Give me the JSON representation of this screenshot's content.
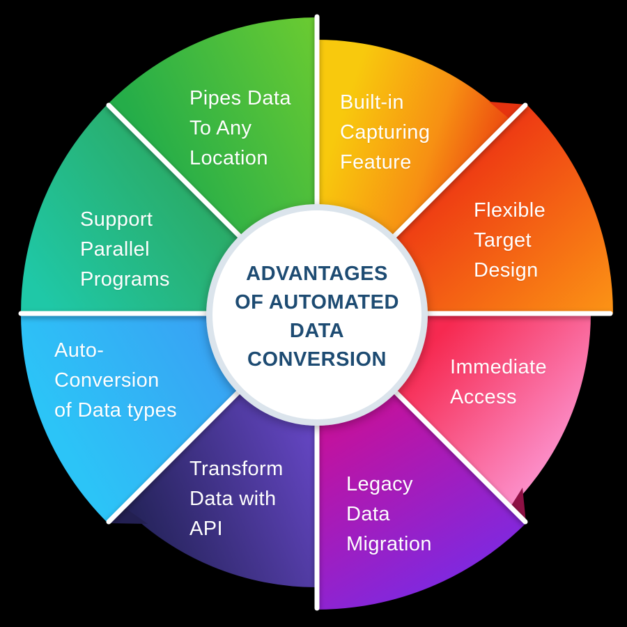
{
  "background_color": "#000000",
  "center": {
    "title_lines": [
      "ADVANTAGES",
      "OF AUTOMATED",
      "DATA",
      "CONVERSION"
    ],
    "title_color": "#1d4b72",
    "circle_color": "#ffffff",
    "ring_color": "#dbe4ec"
  },
  "wheel": {
    "divider_color": "#ffffff",
    "label_color": "#ffffff",
    "segments": [
      {
        "id": "pipes",
        "lines": [
          "Pipes Data",
          "To Any",
          "Location"
        ],
        "colors": [
          "#80d42a",
          "#25ad49"
        ]
      },
      {
        "id": "builtin",
        "lines": [
          "Built-in",
          "Capturing",
          "Feature"
        ],
        "colors": [
          "#f8c90d",
          "#f79013",
          "#ea3b0f"
        ]
      },
      {
        "id": "flexible",
        "lines": [
          "Flexible",
          "Target",
          "Design"
        ],
        "colors": [
          "#ee3b13",
          "#fb9115"
        ]
      },
      {
        "id": "immediate",
        "lines": [
          "Immediate",
          "Access"
        ],
        "colors": [
          "#f62950",
          "#fc9cd9"
        ]
      },
      {
        "id": "legacy",
        "lines": [
          "Legacy",
          "Data",
          "Migration"
        ],
        "colors": [
          "#c5119b",
          "#7b2ae3"
        ]
      },
      {
        "id": "transform",
        "lines": [
          "Transform",
          "Data with",
          "API"
        ],
        "colors": [
          "#7b52e8",
          "#26245c"
        ]
      },
      {
        "id": "auto",
        "lines": [
          "Auto-",
          "Conversion",
          "of Data types"
        ],
        "colors": [
          "#418af0",
          "#2cc4f7"
        ]
      },
      {
        "id": "support",
        "lines": [
          "Support",
          "Parallel",
          "Programs"
        ],
        "colors": [
          "#2f9e49",
          "#1fc8a7"
        ]
      }
    ],
    "corner_slivers": [
      {
        "id": "ne",
        "color": "#e5330f"
      },
      {
        "id": "se",
        "color": "#8e1144"
      },
      {
        "id": "sw",
        "color": "#232052"
      }
    ]
  }
}
